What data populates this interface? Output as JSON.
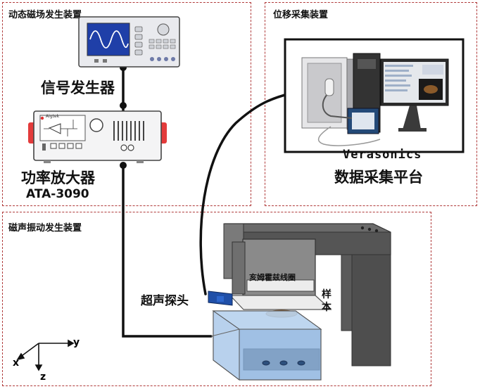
{
  "regions": {
    "dynamic_field": {
      "label": "动态磁场发生装置"
    },
    "displacement": {
      "label": "位移采集装置"
    },
    "magnetoacoustic": {
      "label": "磁声振动发生装置"
    }
  },
  "devices": {
    "signal_generator": {
      "label": "信号发生器"
    },
    "power_amplifier": {
      "label": "功率放大器",
      "model": "ATA-3090",
      "brand": "Aigtek"
    },
    "data_platform": {
      "name": "Verasonics",
      "label": "数据采集平台"
    },
    "probe": {
      "label": "超声探头"
    },
    "coil": {
      "label": "亥姆霍兹线圈"
    },
    "sample": {
      "label": "样本"
    }
  },
  "axes": {
    "x": "x",
    "y": "y",
    "z": "z"
  }
}
